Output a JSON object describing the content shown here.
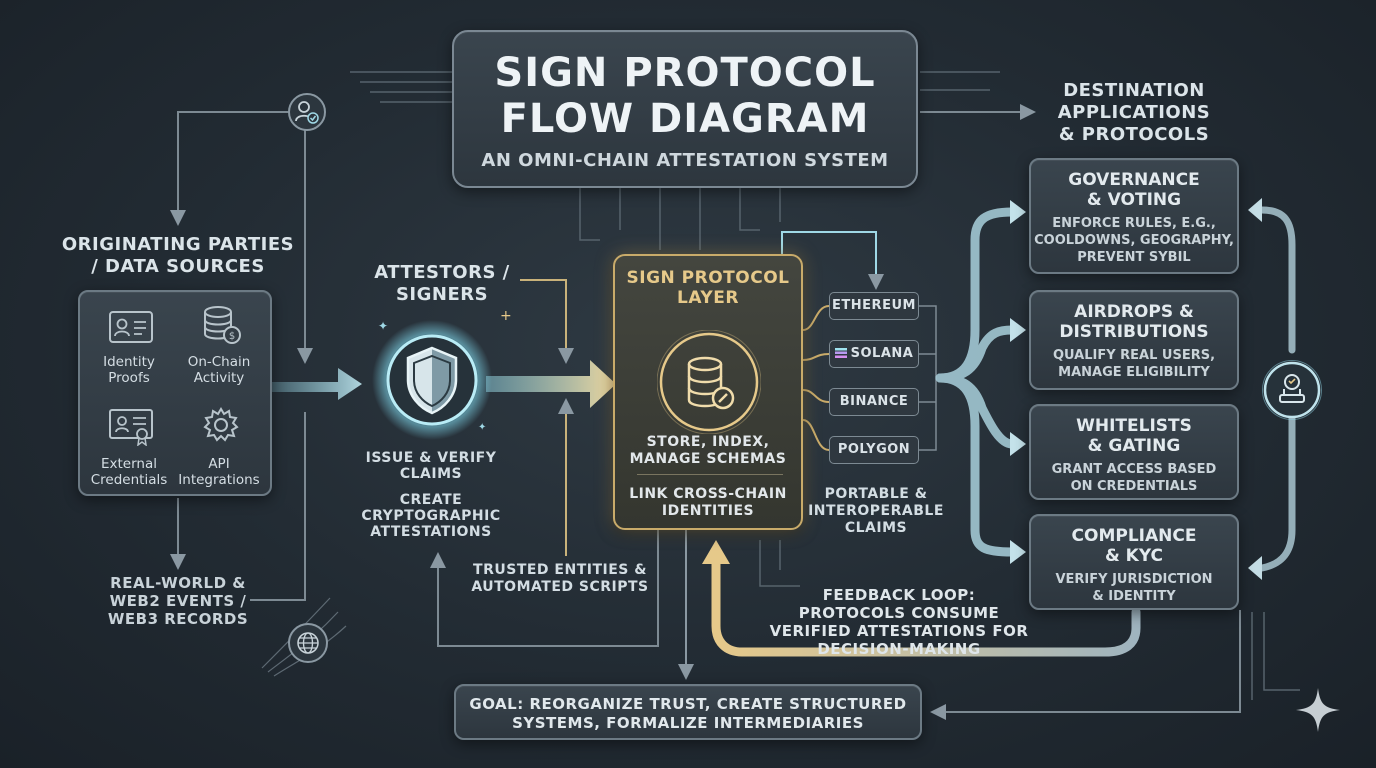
{
  "title": {
    "line1": "SIGN PROTOCOL",
    "line2": "FLOW DIAGRAM",
    "subtitle": "AN OMNI-CHAIN ATTESTATION SYSTEM"
  },
  "sources": {
    "heading_line1": "ORIGINATING PARTIES",
    "heading_line2": "/ DATA SOURCES",
    "items": [
      {
        "line1": "Identity",
        "line2": "Proofs",
        "icon": "id-card-icon"
      },
      {
        "line1": "On-Chain",
        "line2": "Activity",
        "icon": "database-coin-icon"
      },
      {
        "line1": "External",
        "line2": "Credentials",
        "icon": "certificate-icon"
      },
      {
        "line1": "API",
        "line2": "Integrations",
        "icon": "gear-icon"
      }
    ],
    "footer_line1": "REAL-WORLD &",
    "footer_line2": "WEB2 EVENTS /",
    "footer_line3": "WEB3 RECORDS"
  },
  "attestors": {
    "heading_line1": "ATTESTORS /",
    "heading_line2": "SIGNERS",
    "desc1_line1": "ISSUE & VERIFY",
    "desc1_line2": "CLAIMS",
    "desc2_line1": "CREATE",
    "desc2_line2": "CRYPTOGRAPHIC",
    "desc2_line3": "ATTESTATIONS",
    "trusted_line1": "TRUSTED ENTITIES &",
    "trusted_line2": "AUTOMATED SCRIPTS"
  },
  "sign_layer": {
    "heading_line1": "SIGN PROTOCOL",
    "heading_line2": "LAYER",
    "desc1_line1": "STORE, INDEX,",
    "desc1_line2": "MANAGE SCHEMAS",
    "desc2_line1": "LINK CROSS-CHAIN",
    "desc2_line2": "IDENTITIES"
  },
  "chains": [
    "ETHEREUM",
    "SOLANA",
    "BINANCE",
    "POLYGON"
  ],
  "portable": {
    "line1": "PORTABLE &",
    "line2": "INTEROPERABLE",
    "line3": "CLAIMS"
  },
  "destinations": {
    "heading_line1": "DESTINATION",
    "heading_line2": "APPLICATIONS",
    "heading_line3": "& PROTOCOLS",
    "boxes": [
      {
        "title1": "GOVERNANCE",
        "title2": "& VOTING",
        "desc1": "ENFORCE RULES, E.G.,",
        "desc2": "COOLDOWNS, GEOGRAPHY,",
        "desc3": "PREVENT SYBIL"
      },
      {
        "title1": "AIRDROPS &",
        "title2": "DISTRIBUTIONS",
        "desc1": "QUALIFY REAL USERS,",
        "desc2": "MANAGE ELIGIBILITY",
        "desc3": ""
      },
      {
        "title1": "WHITELISTS",
        "title2": "& GATING",
        "desc1": "GRANT ACCESS BASED",
        "desc2": "ON CREDENTIALS",
        "desc3": ""
      },
      {
        "title1": "COMPLIANCE",
        "title2": "& KYC",
        "desc1": "VERIFY JURISDICTION",
        "desc2": "& IDENTITY",
        "desc3": ""
      }
    ]
  },
  "feedback": {
    "line1": "FEEDBACK LOOP:",
    "line2": "PROTOCOLS CONSUME",
    "line3": "VERIFIED ATTESTATIONS FOR",
    "line4": "DECISION-MAKING"
  },
  "goal": {
    "line1": "GOAL: REORGANIZE TRUST, CREATE STRUCTURED",
    "line2": "SYSTEMS, FORMALIZE INTERMEDIARIES"
  },
  "colors": {
    "gold": "#e6c98a",
    "teal": "#9fd8e6",
    "line": "#6f7d87"
  }
}
